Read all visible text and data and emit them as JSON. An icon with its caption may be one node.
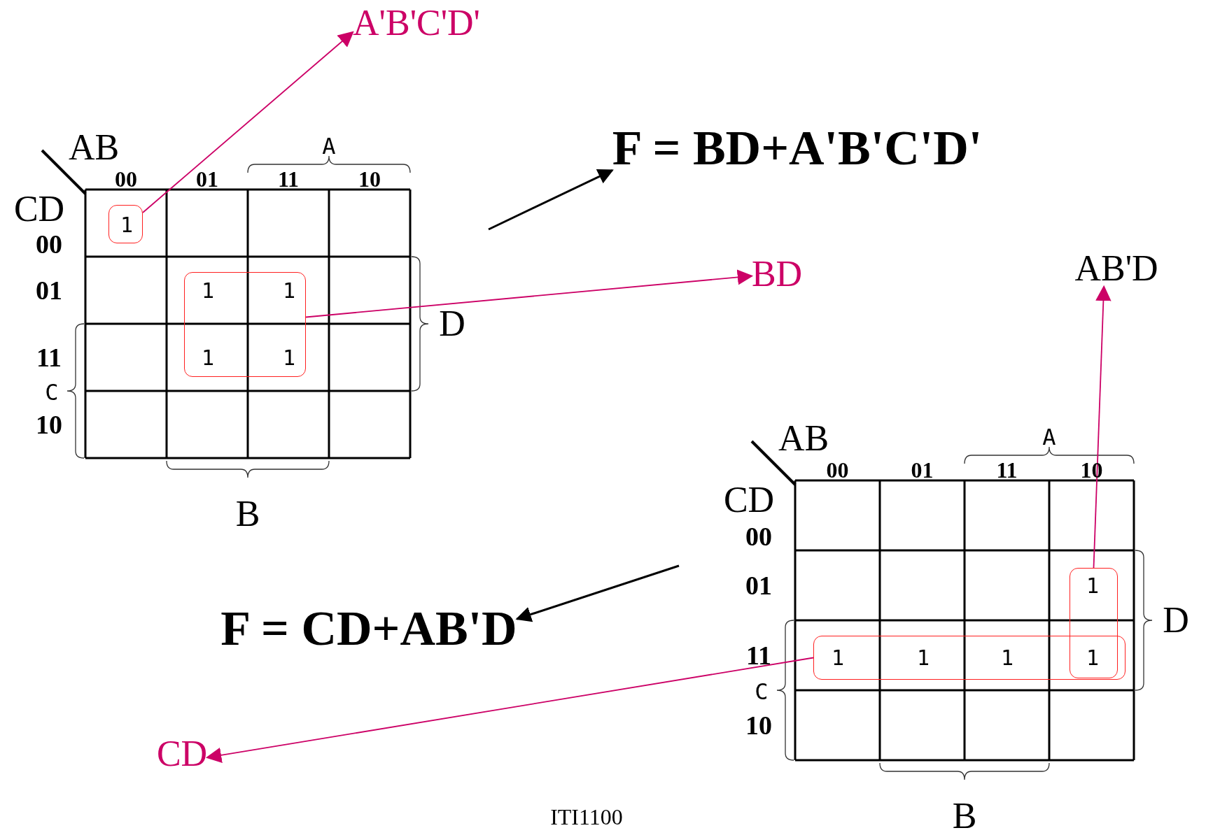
{
  "diagram": {
    "caption": "ITI1100",
    "nodes": [
      {
        "text": [
          "1"
        ]
      },
      {
        "text": [
          "1",
          "1",
          "1",
          "1"
        ]
      },
      {
        "text": [
          "A'B'C'D'"
        ]
      },
      {
        "text": [
          "BD"
        ]
      },
      {
        "text": [
          "F = BD+A'B'C'D'"
        ]
      },
      {
        "text": [
          "1",
          "1"
        ]
      },
      {
        "text": [
          "1",
          "1",
          "1"
        ]
      },
      {
        "text": [
          "AB'D"
        ]
      },
      {
        "text": [
          "CD"
        ]
      },
      {
        "text": [
          "F = CD+AB'D"
        ]
      }
    ],
    "edges": [
      {
        "from": 0,
        "to": 2,
        "arrow": "to"
      },
      {
        "from": 1,
        "to": 3,
        "arrow": "to"
      },
      {
        "from": null,
        "to": 4,
        "arrow": "to",
        "color": "#000000"
      },
      {
        "from": 5,
        "to": 7,
        "arrow": "to"
      },
      {
        "from": 6,
        "to": 8,
        "arrow": "to"
      },
      {
        "from": null,
        "to": 9,
        "arrow": "to",
        "color": "#000000"
      }
    ],
    "labels": [
      "AB",
      "00",
      "01",
      "11",
      "A",
      "10",
      "CD",
      "00",
      "01",
      "11",
      "C",
      "10",
      "D",
      "B",
      "AB",
      "00",
      "01",
      "11",
      "A",
      "10",
      "CD",
      "00",
      "01",
      "11",
      "C",
      "10",
      "D",
      "B"
    ]
  }
}
